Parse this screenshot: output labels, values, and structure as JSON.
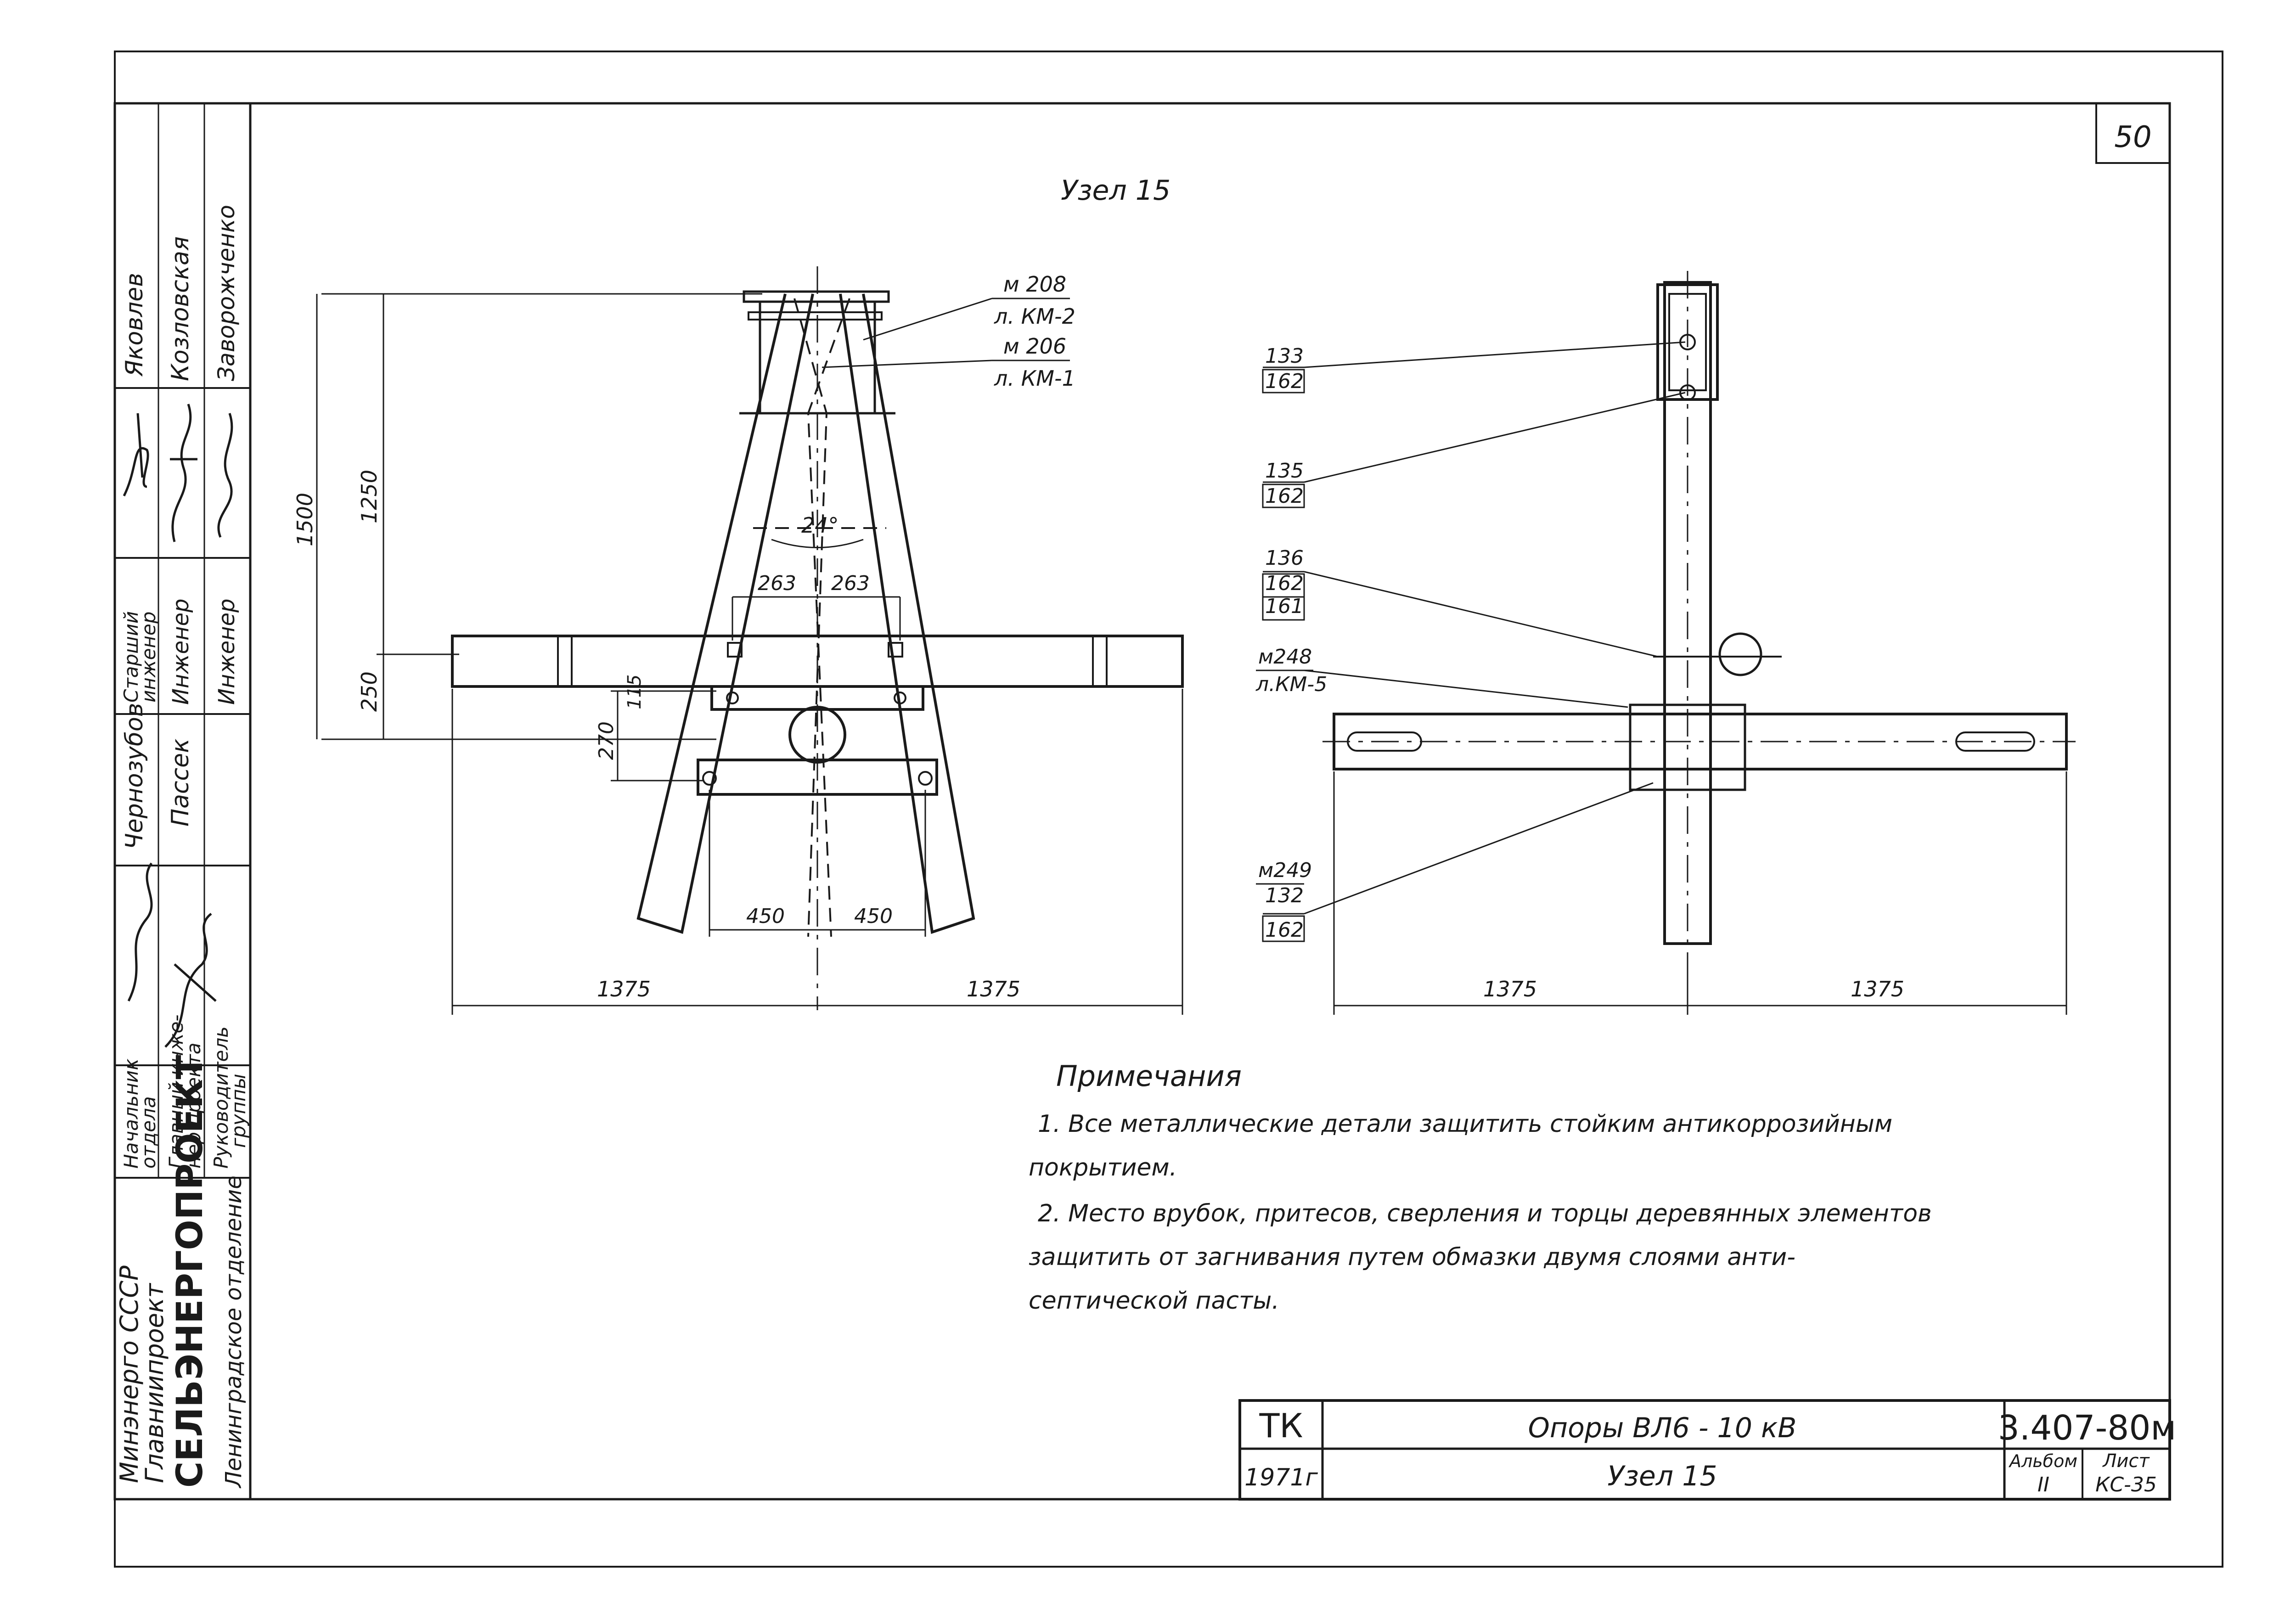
{
  "sheet_number": "50",
  "drawing_title": "Узел  15",
  "stamp_left": {
    "org_line1": "Минэнерго СССР",
    "org_line2": "Главниипроект",
    "org_line3": "СЕЛЬЭНЕРГОПРОЕКТ",
    "org_line4": "Ленинградское  отделение",
    "roles": [
      {
        "title_1": "Начальник",
        "title_2": "отдела",
        "name": "Яковлев"
      },
      {
        "title_1": "Главный инже-",
        "title_2": "нер проекта",
        "name": "Козловская"
      },
      {
        "title_1": "Руководитель",
        "title_2": "группы",
        "name": "Заворожченко"
      }
    ],
    "roles2": [
      {
        "title_1": "Старший",
        "title_2": "инженер",
        "name": "Чернозубов"
      },
      {
        "title_1": "Инженер",
        "title_2": "",
        "name": "Пассек"
      },
      {
        "title_1": "Инженер",
        "title_2": "",
        "name": ""
      }
    ]
  },
  "front_view": {
    "labels": {
      "m208": "м 208",
      "km2": "л. КМ-2",
      "m206": "м 206",
      "km1": "л. КМ-1",
      "angle": "24°",
      "dim_263a": "263",
      "dim_263b": "263",
      "dim_1500": "1500",
      "dim_1250": "1250",
      "dim_250": "250",
      "dim_270": "270",
      "dim_115": "115",
      "dim_450a": "450",
      "dim_450b": "450",
      "dim_1375a": "1375",
      "dim_1375b": "1375"
    }
  },
  "side_view": {
    "labels": {
      "l133": "133",
      "l133b": "162",
      "l135": "135",
      "l135b": "162",
      "l136": "136",
      "l136b": "162",
      "l136c": "161",
      "m248": "м248",
      "km5": "л.КМ-5",
      "m249": "м249",
      "m249b": "132",
      "m249c": "162",
      "dim_1375a": "1375",
      "dim_1375b": "1375"
    }
  },
  "notes": {
    "heading": "Примечания",
    "line1": "1. Все   металлические   детали   защитить   стойким   антикоррозийным",
    "line2": "покрытием.",
    "line3": "2. Место   врубок, притесов, сверления   и   торцы   деревянных   элементов",
    "line4": "защитить   от   загнивания   путем   обмазки   двумя   слоями   анти-",
    "line5": "септической      пасты."
  },
  "title_block": {
    "code_tk": "ТК",
    "year": "1971г",
    "title": "Опоры   ВЛ6 - 10 кВ",
    "subtitle": "Узел   15",
    "doc_number": "3.407-80м",
    "album_label": "Альбом",
    "album_value": "II",
    "sheet_label": "Лист",
    "sheet_value": "КС-35"
  }
}
